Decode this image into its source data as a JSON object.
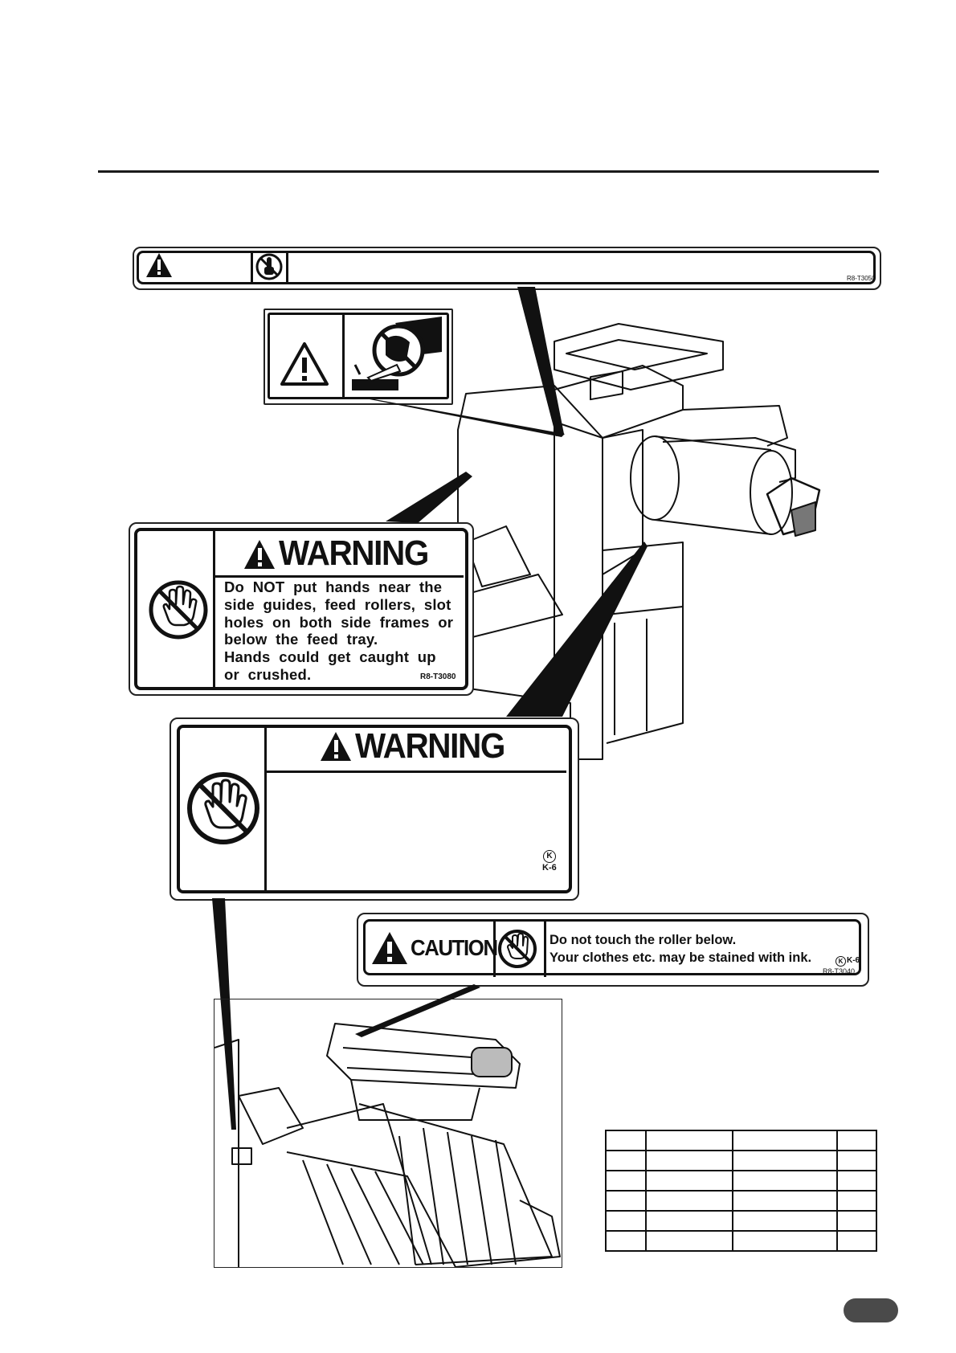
{
  "header": {
    "rule": true
  },
  "top_banner": {
    "code": "R8-T3050"
  },
  "small_label": {},
  "warning_label_1": {
    "heading": "WARNING",
    "text": "Do  NOT  put  hands  near  the\nside  guides,  feed  rollers,  slot\nholes  on  both  side  frames  or\nbelow  the  feed  tray.\nHands  could  get  caught  up\nor  crushed.",
    "code": "R8-T3080"
  },
  "warning_label_2": {
    "heading": "WARNING",
    "mark": "K",
    "code": "K-6"
  },
  "caution_label": {
    "heading": "CAUTION",
    "text": "Do not touch the roller below.\nYour clothes etc. may be stained with ink.",
    "mark": "K",
    "mark_code": "K-6",
    "code": "R8-T3040"
  },
  "table": {
    "rows": 6,
    "cols": 4
  },
  "page_pill": {
    "label": ""
  },
  "icons": [
    "warning-triangle-icon",
    "no-touch-icon",
    "no-hand-icon",
    "cut-hazard-icon"
  ]
}
